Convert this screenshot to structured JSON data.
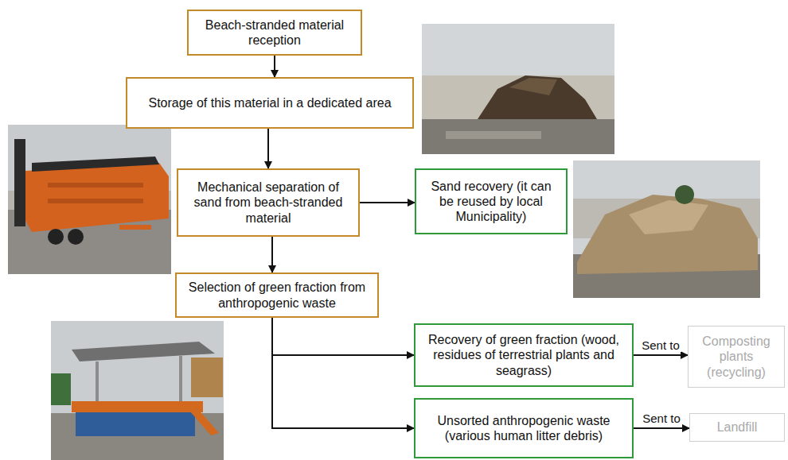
{
  "diagram": {
    "nodes": [
      {
        "text": [
          "Beach-stranded material reception"
        ]
      },
      {
        "text": [
          "Storage of this material in a dedicated area"
        ]
      },
      {
        "text": [
          "Mechanical separation of sand from beach-stranded material"
        ]
      },
      {
        "text": [
          "Sand recovery (it can be reused by local Municipality)"
        ]
      },
      {
        "text": [
          "Selection of green fraction from anthropogenic waste"
        ]
      },
      {
        "text": [
          "Recovery of green fraction (wood, residues of terrestrial plants and seagrass)"
        ]
      },
      {
        "text": [
          "Composting plants (recycling)"
        ]
      },
      {
        "text": [
          "Unsorted anthropogenic waste (various human litter debris)"
        ]
      },
      {
        "text": [
          "Landfill"
        ]
      }
    ],
    "edges": [
      {
        "from": 0,
        "to": 1,
        "arrow": "to"
      },
      {
        "from": 1,
        "to": 2,
        "arrow": "to"
      },
      {
        "from": 2,
        "to": 3,
        "arrow": "to"
      },
      {
        "from": 2,
        "to": 4,
        "arrow": "to"
      },
      {
        "from": 4,
        "to": 5,
        "arrow": "to"
      },
      {
        "from": 4,
        "to": 7,
        "arrow": "to"
      },
      {
        "from": 5,
        "to": 6,
        "label": "Sent to",
        "arrow": "to"
      },
      {
        "from": 7,
        "to": 8,
        "label": "Sent to",
        "arrow": "to"
      }
    ]
  }
}
